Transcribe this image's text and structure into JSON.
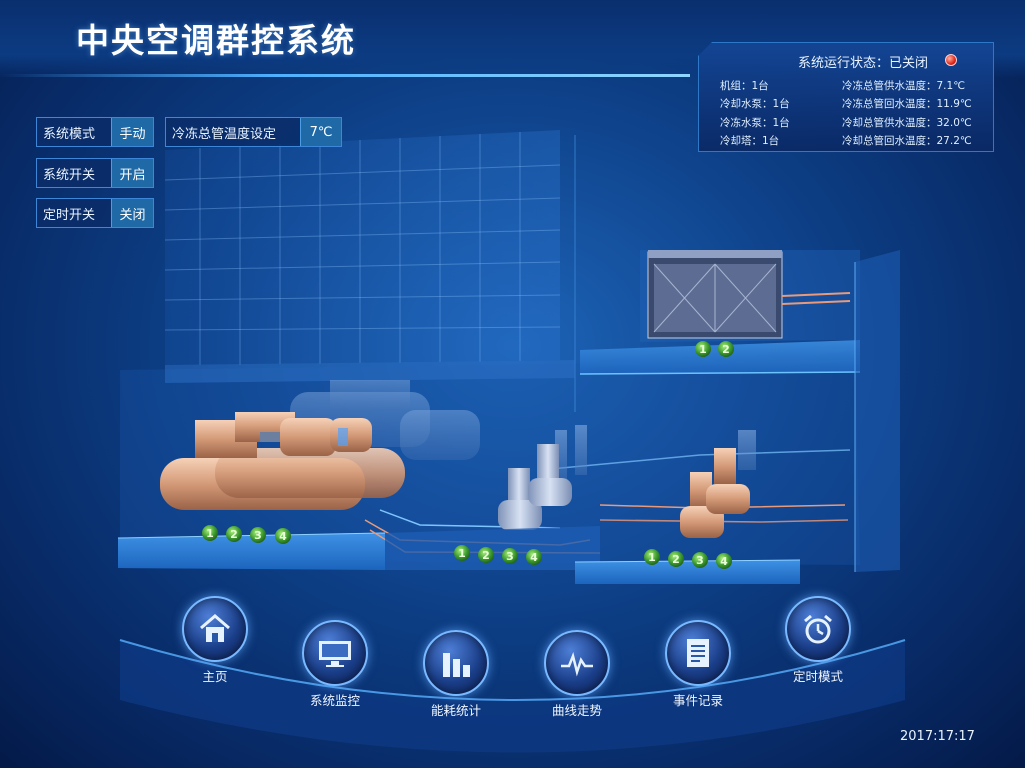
{
  "app": {
    "title": "中央空调群控系统"
  },
  "status": {
    "label": "系统运行状态：已关闭",
    "state_color": "#e0281a",
    "rows": [
      {
        "left": "机组：1台",
        "right": "冷冻总管供水温度：7.1℃"
      },
      {
        "left": "冷却水泵：1台",
        "right": "冷冻总管回水温度：11.9℃"
      },
      {
        "left": "冷冻水泵：1台",
        "right": "冷却总管供水温度：32.0℃"
      },
      {
        "left": "冷却塔：1台",
        "right": "冷却总管回水温度：27.2℃"
      }
    ]
  },
  "controls": {
    "mode": {
      "label": "系统模式",
      "value": "手动"
    },
    "power": {
      "label": "系统开关",
      "value": "开启"
    },
    "timer": {
      "label": "定时开关",
      "value": "关闭"
    },
    "temp": {
      "label": "冷冻总管温度设定",
      "value": "7℃"
    }
  },
  "equipment": {
    "tower_numbers": [
      "1",
      "2"
    ],
    "chiller_numbers": [
      "1",
      "2",
      "3",
      "4"
    ],
    "chilled_pump_numbers": [
      "1",
      "2",
      "3",
      "4"
    ],
    "cooling_pump_numbers": [
      "1",
      "2",
      "3",
      "4"
    ]
  },
  "nav": [
    {
      "label": "主页",
      "icon": "home-icon"
    },
    {
      "label": "系统监控",
      "icon": "monitor-icon"
    },
    {
      "label": "能耗统计",
      "icon": "bar-chart-icon"
    },
    {
      "label": "曲线走势",
      "icon": "pulse-icon"
    },
    {
      "label": "事件记录",
      "icon": "document-icon"
    },
    {
      "label": "定时模式",
      "icon": "alarm-clock-icon"
    }
  ],
  "clock": "2017:17:17",
  "colors": {
    "accent": "#3d86d8",
    "value_bg": "#1f6aa6",
    "badge": "#3c9a2e"
  }
}
